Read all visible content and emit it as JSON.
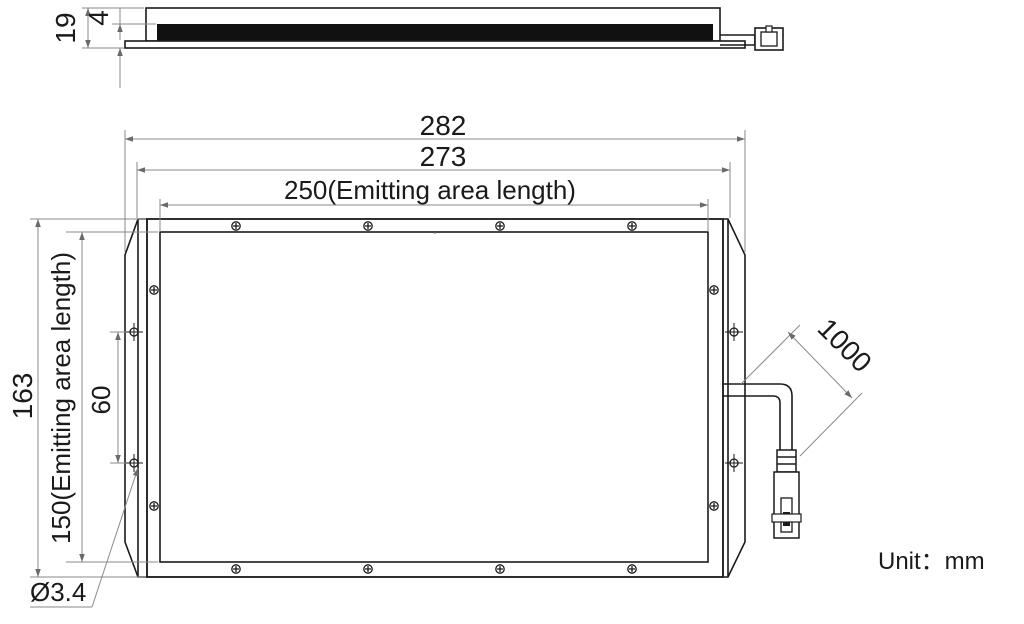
{
  "side_view": {
    "dim_total_height": "19",
    "dim_thickness": "4"
  },
  "top_view": {
    "dim_overall_length": "282",
    "dim_mount_length": "273",
    "dim_emitting_length": "250(Emitting area length)",
    "dim_overall_width": "163",
    "dim_emitting_width": "150(Emitting area length)",
    "dim_hole_spacing": "60",
    "dim_cable_length": "1000",
    "dim_hole_diameter": "Ø3.4"
  },
  "unit_label": "Unit：mm"
}
